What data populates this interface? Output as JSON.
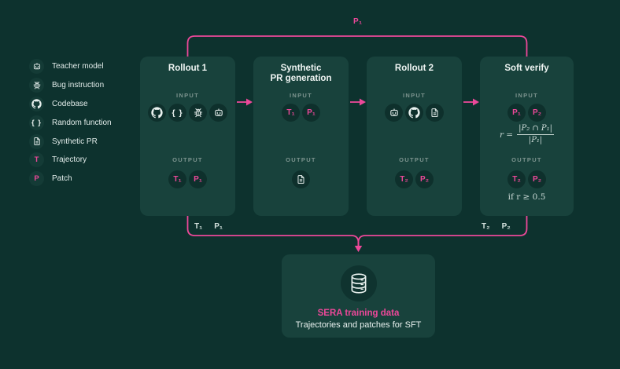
{
  "colors": {
    "background": "#0d322e",
    "card": "#18423c",
    "chip": "#0e302c",
    "accent_pink": "#ec4899",
    "text_light": "#eff5f3",
    "text_muted": "#7d948f"
  },
  "glyphs": {
    "braces": "{ }",
    "t": "T",
    "p": "P"
  },
  "top_flow_label": "P₁",
  "legend": {
    "items": [
      {
        "icon": "robot-icon",
        "label": "Teacher model"
      },
      {
        "icon": "bug-icon",
        "label": "Bug instruction"
      },
      {
        "icon": "github-icon",
        "label": "Codebase"
      },
      {
        "icon": "braces-icon",
        "label": "Random function"
      },
      {
        "icon": "document-icon",
        "label": "Synthetic PR"
      },
      {
        "icon": "letter-t-icon",
        "label": "Trajectory"
      },
      {
        "icon": "letter-p-icon",
        "label": "Patch"
      }
    ]
  },
  "cards": [
    {
      "title": "Rollout 1",
      "input_label": "INPUT",
      "output_label": "OUTPUT",
      "input_icons": [
        "github-icon",
        "braces-icon",
        "bug-icon",
        "robot-icon"
      ],
      "outputs": [
        "T₁",
        "P₁"
      ]
    },
    {
      "title": "Synthetic\nPR generation",
      "input_label": "INPUT",
      "output_label": "OUTPUT",
      "inputs": [
        "T₁",
        "P₁"
      ],
      "output_icons": [
        "document-icon"
      ]
    },
    {
      "title": "Rollout 2",
      "input_label": "INPUT",
      "output_label": "OUTPUT",
      "input_icons": [
        "robot-icon",
        "github-icon",
        "document-icon"
      ],
      "outputs": [
        "T₂",
        "P₂"
      ]
    },
    {
      "title": "Soft verify",
      "input_label": "INPUT",
      "output_label": "OUTPUT",
      "inputs": [
        "P₁",
        "P₂"
      ],
      "formula": {
        "lhs": "r =",
        "numerator": "|P₂ ∩ P₁|",
        "denominator": "|P₁|"
      },
      "outputs": [
        "T₂",
        "P₂"
      ],
      "condition": "if r ≥ 0.5"
    }
  ],
  "edge_labels": {
    "left": [
      "T₁",
      "P₁"
    ],
    "right": [
      "T₂",
      "P₂"
    ]
  },
  "sink": {
    "icon": "database-icon",
    "title": "SERA training data",
    "subtitle": "Trajectories and patches for SFT"
  }
}
